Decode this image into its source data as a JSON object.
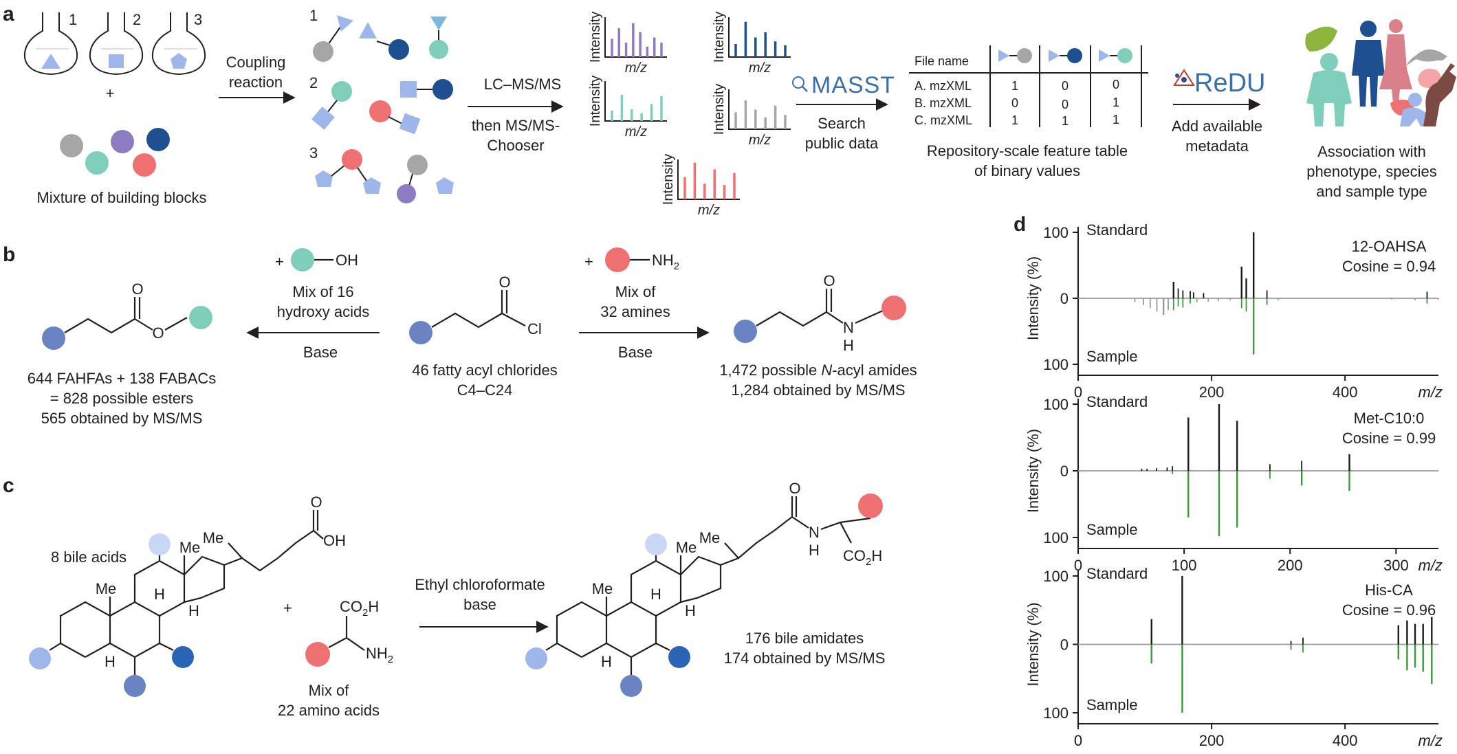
{
  "colors": {
    "grey": "#a6a6a6",
    "purple": "#8e7cc3",
    "navy": "#1d4f91",
    "teal": "#7fcdbb",
    "coral": "#ef7070",
    "lightblue": "#9fb6ea",
    "paleblue": "#c9d6f4",
    "midblue": "#6a83c2",
    "green": "#3a9a3a",
    "black": "#1a1a1a",
    "brown": "#7b4a42",
    "pink": "#d9808a",
    "lime": "#8db43c"
  },
  "panel_a": {
    "label": "a",
    "flask_numbers": [
      "1",
      "2",
      "3"
    ],
    "plus": "+",
    "mixture_label": "Mixture of building blocks",
    "coupling": [
      "Coupling",
      "reaction"
    ],
    "product_numbers": [
      "1",
      "2",
      "3"
    ],
    "lcms": "LC–MS/MS",
    "then": [
      "then MS/MS-",
      "Chooser"
    ],
    "intensity_label": "Intensity",
    "mz_label": "m/z",
    "masst_logo": "MASST",
    "search": [
      "Search",
      "public data"
    ],
    "table": {
      "header": "File name",
      "rows": [
        {
          "name": "A. mzXML",
          "values": [
            "1",
            "0",
            "0"
          ]
        },
        {
          "name": "B. mzXML",
          "values": [
            "0",
            "0",
            "1"
          ]
        },
        {
          "name": "C. mzXML",
          "values": [
            "1",
            "1",
            "1"
          ]
        }
      ]
    },
    "table_caption": [
      "Repository-scale feature table",
      "of binary values"
    ],
    "redu_logo": "ReDU",
    "metadata": [
      "Add available",
      "metadata"
    ],
    "association": [
      "Association with",
      "phenotype, species",
      "and sample type"
    ]
  },
  "panel_b": {
    "label": "b",
    "oh": "OH",
    "plus": "+",
    "hydroxy": [
      "Mix of 16",
      "hydroxy acids"
    ],
    "base": "Base",
    "nh2": "NH",
    "nh2_sub": "2",
    "amines": [
      "Mix of",
      "32 amines"
    ],
    "cl": "Cl",
    "o": "O",
    "n": "N",
    "h": "H",
    "chloride_caption": [
      "46 fatty acyl chlorides",
      "C4–C24"
    ],
    "ester_caption": [
      "644 FAHFAs + 138 FABACs",
      "= 828 possible esters",
      "565 obtained by MS/MS"
    ],
    "amide_caption_1a": "1,472 possible ",
    "amide_caption_1b": "N",
    "amide_caption_1c": "-acyl amides",
    "amide_caption_2": "1,284 obtained by MS/MS"
  },
  "panel_c": {
    "label": "c",
    "bile_acids": "8 bile acids",
    "me": "Me",
    "h": "H",
    "oh": "OH",
    "o": "O",
    "co2h_a": "CO",
    "co2h_sub": "2",
    "co2h_b": "H",
    "nh": "NH",
    "nh_sub": "2",
    "plus": "+",
    "amino_acids": [
      "Mix of",
      "22 amino acids"
    ],
    "reagent": [
      "Ethyl chloroformate",
      "base"
    ],
    "n": "N",
    "product_caption": [
      "176 bile amidates",
      "174 obtained by MS/MS"
    ]
  },
  "panel_d": {
    "label": "d",
    "ylabel": "Intensity (%)",
    "standard": "Standard",
    "sample": "Sample",
    "xlabel": "m/z"
  },
  "chart_data": [
    {
      "type": "bar",
      "title": "12-OAHSA",
      "annotation": "Cosine = 0.94",
      "xlabel": "m/z",
      "ylabel": "Intensity (%)",
      "xlim": [
        0,
        540
      ],
      "xticks": [
        0,
        200,
        400
      ],
      "yticks": [
        "100",
        "0",
        "100"
      ],
      "series": [
        {
          "name": "Standard",
          "color": "#1a1a1a",
          "x": [
            143,
            150,
            157,
            168,
            173,
            188,
            245,
            252,
            263,
            283,
            523
          ],
          "values": [
            25,
            15,
            12,
            11,
            9,
            8,
            48,
            30,
            100,
            12,
            10
          ]
        },
        {
          "name": "Sample",
          "color": "#3a9a3a",
          "x": [
            143,
            150,
            157,
            168,
            245,
            252,
            263,
            283,
            523
          ],
          "values": [
            -18,
            -12,
            -14,
            -8,
            -15,
            -20,
            -85,
            -10,
            -8
          ]
        },
        {
          "name": "Sample (minor)",
          "color": "#9a9a9a",
          "x": [
            85,
            98,
            108,
            118,
            128,
            135,
            178,
            195,
            210,
            228,
            300,
            470,
            505,
            540
          ],
          "values": [
            -6,
            -10,
            -15,
            -20,
            -25,
            -18,
            -6,
            -5,
            -4,
            -3,
            -3,
            -2,
            -3,
            -2
          ]
        }
      ]
    },
    {
      "type": "bar",
      "title": "Met-C10:0",
      "annotation": "Cosine = 0.99",
      "xlabel": "m/z",
      "ylabel": "Intensity (%)",
      "xlim": [
        0,
        340
      ],
      "xticks": [
        0,
        100,
        200,
        300
      ],
      "yticks": [
        "100",
        "0",
        "100"
      ],
      "series": [
        {
          "name": "Standard",
          "color": "#1a1a1a",
          "x": [
            60,
            65,
            74,
            84,
            89,
            104,
            133,
            150,
            181,
            211,
            256
          ],
          "values": [
            3,
            3,
            4,
            5,
            7,
            80,
            100,
            75,
            10,
            15,
            25
          ]
        },
        {
          "name": "Sample",
          "color": "#3a9a3a",
          "x": [
            89,
            104,
            133,
            150,
            181,
            211,
            256
          ],
          "values": [
            -5,
            -70,
            -98,
            -85,
            -12,
            -22,
            -30
          ]
        }
      ]
    },
    {
      "type": "bar",
      "title": "His-CA",
      "annotation": "Cosine = 0.96",
      "xlabel": "m/z",
      "ylabel": "Intensity (%)",
      "xlim": [
        0,
        540
      ],
      "xticks": [
        0,
        200,
        400
      ],
      "yticks": [
        "100",
        "0",
        "100"
      ],
      "series": [
        {
          "name": "Standard",
          "color": "#1a1a1a",
          "x": [
            110,
            156,
            319,
            337,
            480,
            493,
            505,
            517,
            530
          ],
          "values": [
            37,
            100,
            5,
            10,
            28,
            35,
            30,
            30,
            40
          ]
        },
        {
          "name": "Sample",
          "color": "#3a9a3a",
          "x": [
            110,
            156,
            319,
            337,
            480,
            493,
            505,
            517,
            530
          ],
          "values": [
            -28,
            -100,
            -8,
            -12,
            -22,
            -38,
            -34,
            -40,
            -58
          ]
        }
      ]
    }
  ]
}
